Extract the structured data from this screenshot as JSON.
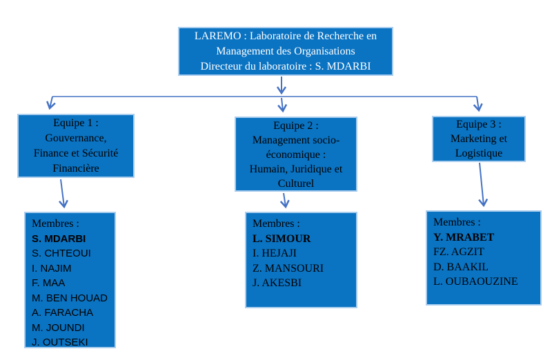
{
  "colors": {
    "background": "#ffffff",
    "box_fill": "#0a73c2",
    "box_border": "#a9cdee",
    "connector": "#4472c4",
    "root_text": "#ffffff",
    "node_text": "#000000"
  },
  "root": {
    "lines": [
      "LAREMO : Laboratoire de Recherche en",
      "Management des Organisations",
      "Directeur du laboratoire : S. MDARBI"
    ]
  },
  "teams": [
    {
      "lines": [
        "Equipe 1 :",
        "Gouvernance,",
        "Finance et Sécurité",
        "Financière"
      ]
    },
    {
      "lines": [
        "Equipe 2 :",
        "Management socio-",
        "économique :",
        "Humain, Juridique et",
        "Culturel"
      ]
    },
    {
      "lines": [
        "Equipe 3 :",
        "Marketing et",
        "Logistique"
      ]
    }
  ],
  "members": [
    {
      "header": "Membres :",
      "lead": "S. MDARBI",
      "names": [
        "S. CHTEOUI",
        "I. NAJIM",
        "F. MAA",
        "M. BEN HOUAD",
        "A. FARACHA",
        "M. JOUNDI",
        "J. OUTSEKI"
      ]
    },
    {
      "header": "Membres :",
      "lead": "L. SIMOUR",
      "names": [
        "I. HEJAJI",
        "Z. MANSOURI",
        "J. AKESBI"
      ]
    },
    {
      "header": "Membres :",
      "lead": "Y. MRABET",
      "names": [
        "FZ. AGZIT",
        "D. BAAKIL",
        "L. OUBAOUZINE"
      ]
    }
  ]
}
